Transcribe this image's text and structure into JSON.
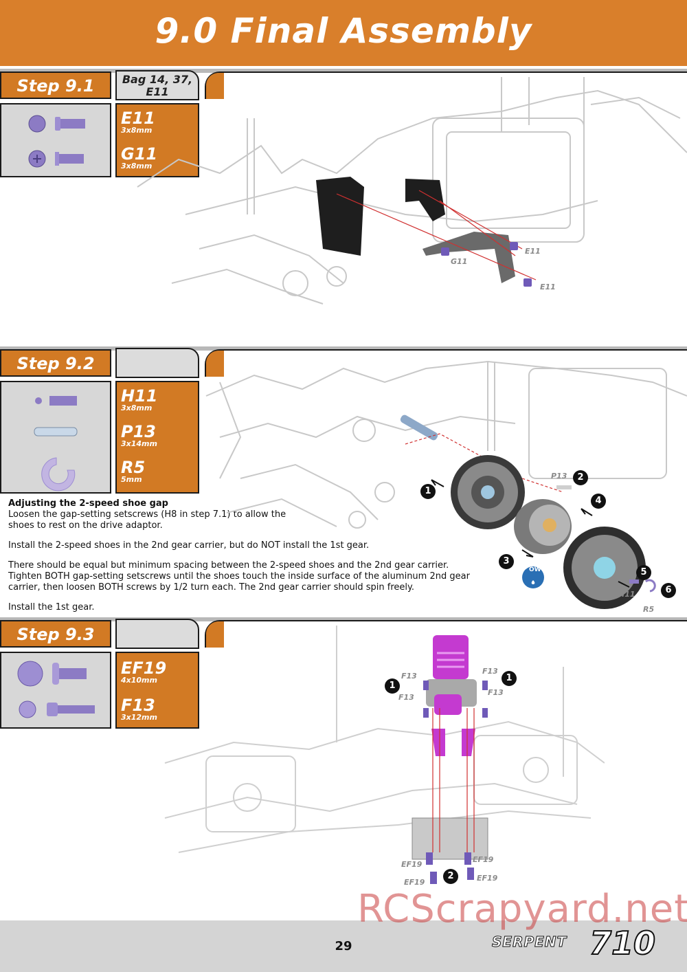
{
  "page": {
    "title": "9.0 Final Assembly",
    "page_number": "29",
    "brand": "SERPENT",
    "model": "710",
    "watermark": "RCScrapyard.net"
  },
  "steps": [
    {
      "label": "Step 9.1",
      "bag": "Bag 14, 37, E11",
      "parts": [
        {
          "code": "E11",
          "size": "3x8mm"
        },
        {
          "code": "G11",
          "size": "3x8mm"
        }
      ],
      "diagram_labels": [
        "G11",
        "E11",
        "E11"
      ]
    },
    {
      "label": "Step 9.2",
      "bag": "",
      "parts": [
        {
          "code": "H11",
          "size": "3x8mm"
        },
        {
          "code": "P13",
          "size": "3x14mm"
        },
        {
          "code": "R5",
          "size": "5mm"
        }
      ],
      "instructions": {
        "heading": "Adjusting the 2-speed shoe gap",
        "p1": "Loosen the gap-setting setscrews (H8 in step 7.1) to allow the shoes to rest on the drive adaptor.",
        "p2": "Install the 2-speed shoes in the 2nd gear carrier, but do NOT install the 1st gear.",
        "p3": "There should be equal but minimum spacing between the 2-speed shoes and the 2nd gear carrier. Tighten BOTH gap-setting setscrews until the shoes touch the inside surface of the aluminum 2nd gear carrier, then loosen BOTH screws by 1/2 turn each. The 2nd gear carrier should spin freely.",
        "p4": "Install the 1st gear."
      },
      "diagram_labels": [
        "P13",
        "H11",
        "R5",
        "OW"
      ],
      "callouts": [
        "1",
        "2",
        "3",
        "4",
        "5",
        "6"
      ]
    },
    {
      "label": "Step 9.3",
      "bag": "",
      "parts": [
        {
          "code": "EF19",
          "size": "4x10mm"
        },
        {
          "code": "F13",
          "size": "3x12mm"
        }
      ],
      "diagram_labels": [
        "F13",
        "F13",
        "F13",
        "F13",
        "EF19",
        "EF19",
        "EF19",
        "EF19"
      ],
      "callouts": [
        "1",
        "1",
        "2"
      ]
    }
  ],
  "colors": {
    "orange": "#d27a24",
    "header": "#d97f2b",
    "purple": "#8c7bc4",
    "magenta": "#c43ad0"
  }
}
